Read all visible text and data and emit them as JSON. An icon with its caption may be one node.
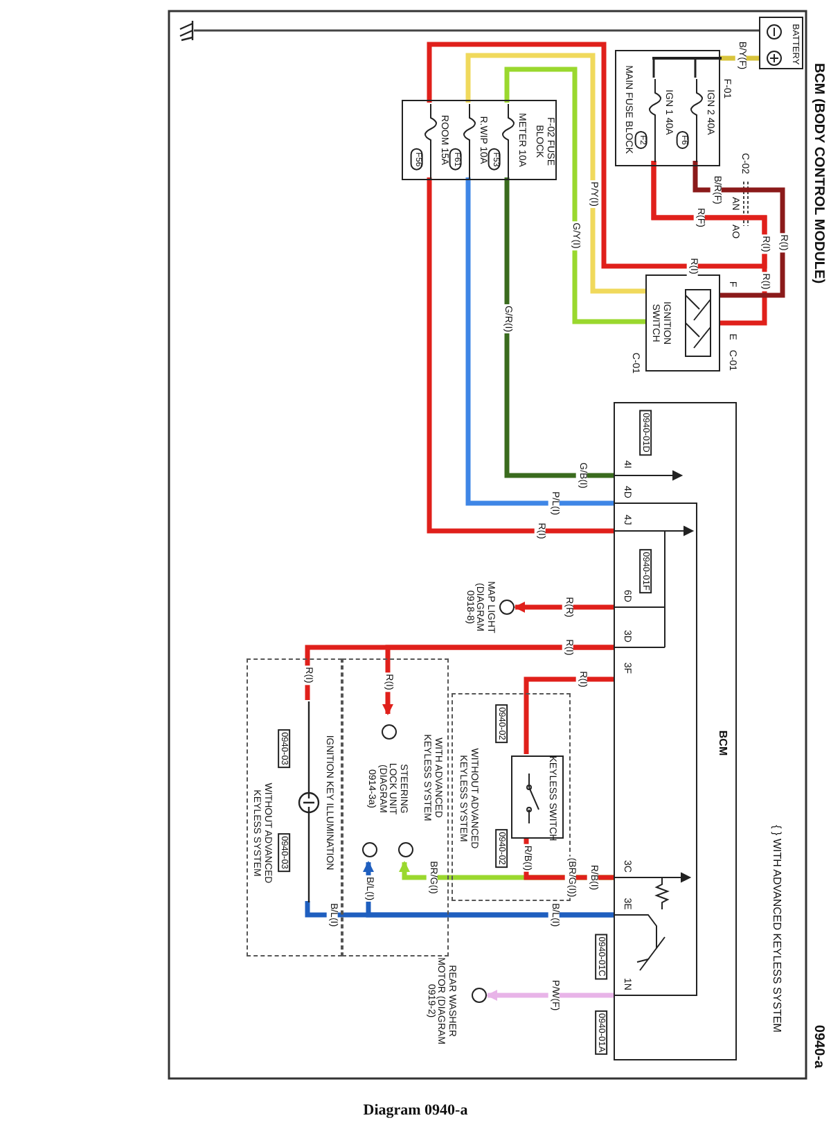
{
  "diagram": {
    "title": "BCM (BODY CONTROL MODULE)",
    "caption": "Diagram 0940-a",
    "nodes": [
      {
        "text": [
          "BATTERY"
        ]
      },
      {
        "text": [
          "MAIN FUSE BLOCK"
        ]
      },
      {
        "text": [
          "IGN 2 40A",
          "F6"
        ],
        "in": 1
      },
      {
        "text": [
          "IGN 1 40A",
          "F2"
        ],
        "in": 1
      },
      {
        "text": [
          "F-02 FUSE BLOCK"
        ]
      },
      {
        "text": [
          "METER 10A",
          "F53"
        ],
        "in": 4
      },
      {
        "text": [
          "R.WIP 10A",
          "F61"
        ],
        "in": 4
      },
      {
        "text": [
          "ROOM 15A",
          "F56"
        ],
        "in": 4
      },
      {
        "text": [
          "IGNITION SWITCH"
        ]
      },
      {
        "text": [
          "BCM"
        ]
      },
      {
        "text": [
          "MAP LIGHT (DIAGRAM 0918-8)"
        ]
      },
      {
        "text": [
          "WITHOUT ADVANCED KEYLESS SYSTEM"
        ]
      },
      {
        "text": [
          "KEYLESS SWITCH"
        ],
        "in": 11
      },
      {
        "text": [
          "WITH ADVANCED KEYLESS SYSTEM"
        ]
      },
      {
        "text": [
          "STEERING LOCK UNIT (DIAGRAM 0914-3a)"
        ],
        "in": 13
      },
      {
        "text": [
          "WITHOUT ADVANCED KEYLESS SYSTEM"
        ]
      },
      {
        "text": [
          "IGNITION KEY ILLUMINATION"
        ],
        "in": 15
      },
      {
        "text": [
          "REAR WASHER MOTOR (DIAGRAM 0919-2)"
        ]
      },
      {
        "text": [],
        "shape": "ground"
      },
      {
        "text": [],
        "shape": "bar",
        "in": 1
      }
    ],
    "edges": [
      {
        "from": 0,
        "to": 19,
        "arrow": "none",
        "label": "B/Y(F)",
        "color": "#d8c43c"
      },
      {
        "from": 2,
        "to": 8,
        "arrow": "none",
        "label": "B/R(F)",
        "color": "#8b1a1a"
      },
      {
        "from": 3,
        "to": 8,
        "arrow": "none",
        "label": "R(F)"
      },
      {
        "from": 3,
        "to": 7,
        "arrow": "none",
        "label": "R(I)"
      },
      {
        "from": 8,
        "to": 6,
        "arrow": "none",
        "label": "P/Y(I)",
        "color": "#f0d95c"
      },
      {
        "from": 8,
        "to": 5,
        "arrow": "none",
        "label": "G/Y(I)",
        "color": "#9ad82e"
      },
      {
        "from": 5,
        "to": 9,
        "arrow": "none",
        "label": "G/R(I)",
        "color": "#3a6b1e"
      },
      {
        "from": 6,
        "to": 9,
        "arrow": "none",
        "label": "P/L(I)",
        "color": "#3f86e6"
      },
      {
        "from": 7,
        "to": 9,
        "arrow": "none",
        "label": "R(I)"
      },
      {
        "from": 9,
        "to": 10,
        "arrow": "to",
        "label": "R(R)"
      },
      {
        "from": 9,
        "to": 14,
        "arrow": "to",
        "label": "R(I)"
      },
      {
        "from": 9,
        "to": 16,
        "arrow": "none",
        "label": "R(I)"
      },
      {
        "from": 9,
        "to": 12,
        "arrow": "none",
        "label": "R(I)"
      },
      {
        "from": 12,
        "to": 9,
        "arrow": "none",
        "label": "R/B(I)"
      },
      {
        "from": 9,
        "to": 14,
        "arrow": "to",
        "label": "BR/G(I)",
        "color": "#9ad82e"
      },
      {
        "from": 16,
        "to": 9,
        "arrow": "none",
        "label": "B/L(I)",
        "color": "#1f5fbf"
      },
      {
        "from": 9,
        "to": 14,
        "arrow": "to",
        "label": "B/L(I)",
        "color": "#1f5fbf"
      },
      {
        "from": 9,
        "to": 17,
        "arrow": "to",
        "label": "P/W(F)",
        "color": "#e8b4e8"
      },
      {
        "from": 0,
        "to": 18,
        "arrow": "none",
        "color": "#444444"
      },
      {
        "from": 19,
        "to": 2,
        "arrow": "none",
        "color": "#222222"
      },
      {
        "from": 19,
        "to": 3,
        "arrow": "none",
        "color": "#222222"
      }
    ],
    "labels": [
      "0940-a",
      "{ } WITH ADVANCED KEYLESS SYSTEM",
      "F-01",
      "C-02",
      "AN",
      "AO",
      "R(I)",
      "R(I)",
      "R(I)",
      "F",
      "E",
      "C-01",
      "C-01",
      "G/B(I)",
      "0940-01D",
      "4I",
      "4D",
      "4J",
      "0940-01F",
      "6D",
      "3D",
      "3F",
      "R(I)",
      "0940-02",
      "0940-02",
      "0940-03",
      "0940-03",
      "R/B(I)",
      "(BR/G(I))",
      "B/L(I)",
      "3C",
      "3E",
      "0940-01C",
      "1N",
      "0940-01A"
    ]
  }
}
